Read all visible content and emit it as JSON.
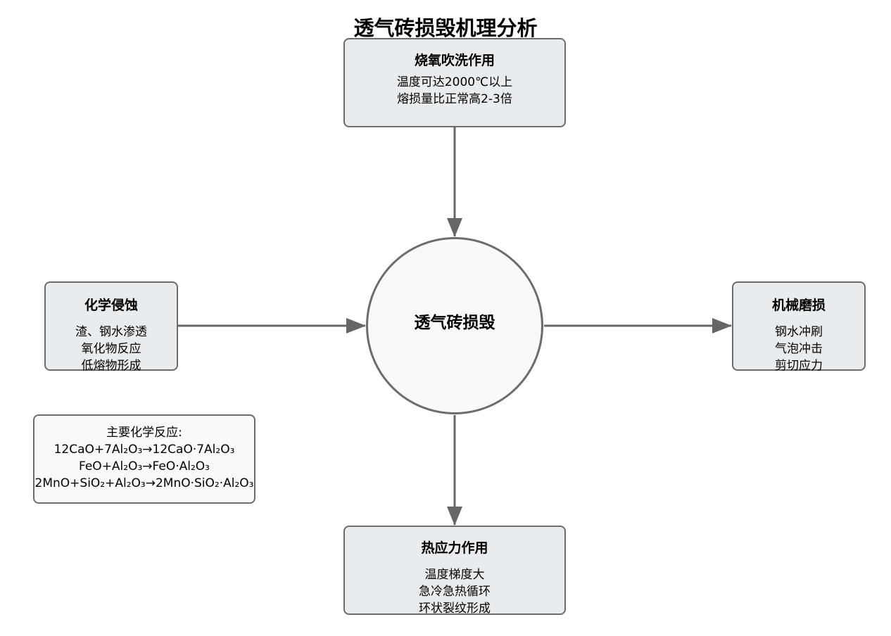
{
  "title": "透气砖损毁机理分析",
  "center": {
    "label": "透气砖损毁"
  },
  "nodes": {
    "top": {
      "heading": "烧氧吹洗作用",
      "lines": [
        "温度可达2000℃以上",
        "熔损量比正常高2-3倍"
      ]
    },
    "left": {
      "heading": "化学侵蚀",
      "lines": [
        "渣、钢水渗透",
        "氧化物反应",
        "低熔物形成"
      ]
    },
    "right": {
      "heading": "机械磨损",
      "lines": [
        "钢水冲刷",
        "气泡冲击",
        "剪切应力"
      ]
    },
    "bottom": {
      "heading": "热应力作用",
      "lines": [
        "温度梯度大",
        "急冷急热循环",
        "环状裂纹形成"
      ]
    }
  },
  "reactions": {
    "heading": "主要化学反应:",
    "lines": [
      "12CaO+7Al₂O₃→12CaO·7Al₂O₃",
      "FeO+Al₂O₃→FeO·Al₂O₃",
      "2MnO+SiO₂+Al₂O₃→2MnO·SiO₂·Al₂O₃"
    ]
  },
  "edges": [
    {
      "from": "烧氧吹洗作用",
      "to": "透气砖损毁"
    },
    {
      "from": "化学侵蚀",
      "to": "透气砖损毁"
    },
    {
      "from": "透气砖损毁",
      "to": "机械磨损"
    },
    {
      "from": "透气砖损毁",
      "to": "热应力作用"
    }
  ],
  "colors": {
    "node_fill": "#e9ecef",
    "center_fill": "#f8f9fa",
    "stroke": "#6c6c6c"
  }
}
